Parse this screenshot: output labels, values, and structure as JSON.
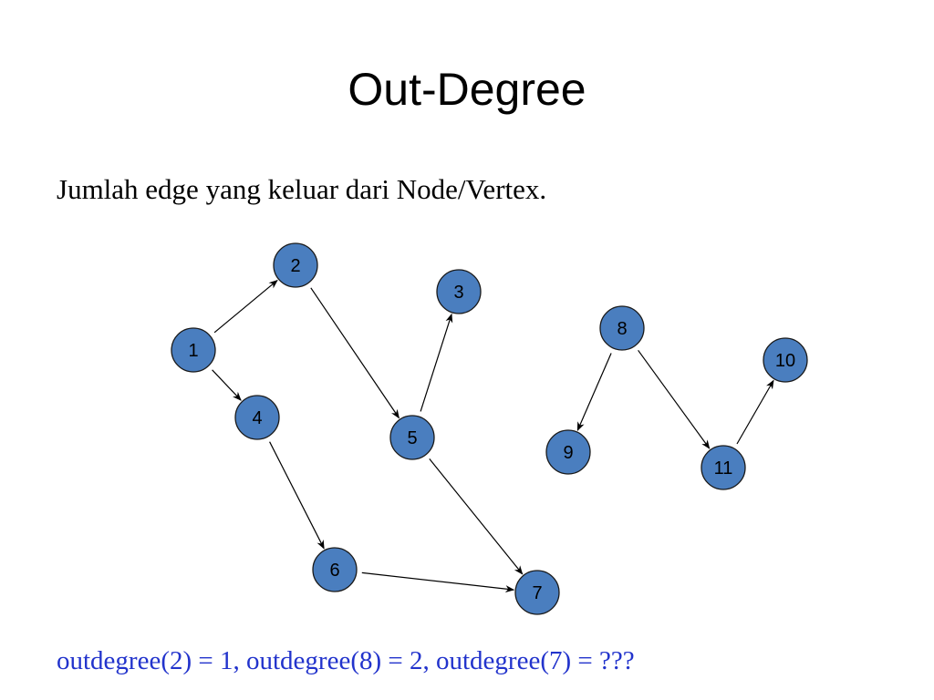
{
  "slide": {
    "title": "Out-Degree",
    "subtitle": "Jumlah edge yang keluar dari Node/Vertex.",
    "footer": {
      "part1": "outdegree(2) = 1",
      "sep1": ", ",
      "part2": "outdegree(8) = 2",
      "sep2": ", ",
      "part3": "outdegree(7) = ???"
    }
  },
  "graph": {
    "colors": {
      "node_fill": "#4a7ebf",
      "node_stroke": "#1a1a1a",
      "edge": "#000000",
      "footer_text": "#2233cc"
    },
    "nodes": [
      {
        "id": "1",
        "label": "1"
      },
      {
        "id": "2",
        "label": "2"
      },
      {
        "id": "3",
        "label": "3"
      },
      {
        "id": "4",
        "label": "4"
      },
      {
        "id": "5",
        "label": "5"
      },
      {
        "id": "6",
        "label": "6"
      },
      {
        "id": "7",
        "label": "7"
      },
      {
        "id": "8",
        "label": "8"
      },
      {
        "id": "9",
        "label": "9"
      },
      {
        "id": "10",
        "label": "10"
      },
      {
        "id": "11",
        "label": "11"
      }
    ],
    "edges": [
      {
        "from": "1",
        "to": "2"
      },
      {
        "from": "1",
        "to": "4"
      },
      {
        "from": "2",
        "to": "5"
      },
      {
        "from": "4",
        "to": "6"
      },
      {
        "from": "5",
        "to": "3"
      },
      {
        "from": "5",
        "to": "7"
      },
      {
        "from": "6",
        "to": "7"
      },
      {
        "from": "8",
        "to": "9"
      },
      {
        "from": "8",
        "to": "11"
      },
      {
        "from": "11",
        "to": "10"
      }
    ]
  }
}
